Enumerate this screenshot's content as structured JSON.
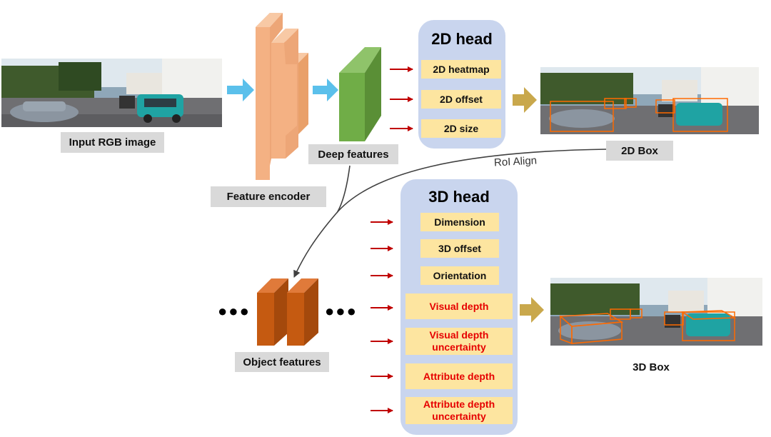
{
  "labels": {
    "input_image": "Input RGB image",
    "feature_encoder": "Feature encoder",
    "deep_features": "Deep features",
    "box_2d": "2D Box",
    "box_3d": "3D Box",
    "object_features": "Object features",
    "roi_align": "RoI Align"
  },
  "head_2d": {
    "title": "2D head",
    "items": [
      "2D heatmap",
      "2D offset",
      "2D size"
    ]
  },
  "head_3d": {
    "title": "3D head",
    "items": [
      "Dimension",
      "3D offset",
      "Orientation",
      "Visual depth",
      "Visual depth uncertainty",
      "Attribute depth",
      "Attribute depth uncertainty"
    ]
  },
  "colors": {
    "encoder": "#f4b183",
    "deep_features": "#70ad47",
    "object_features": "#c55a11",
    "head_panel": "#c9d5ee",
    "item_fill": "#fde5a0",
    "red_arrow": "#c00000",
    "blue_arrow": "#5bc0eb",
    "gold_arrow": "#c9a84c"
  },
  "dots": "●●●"
}
